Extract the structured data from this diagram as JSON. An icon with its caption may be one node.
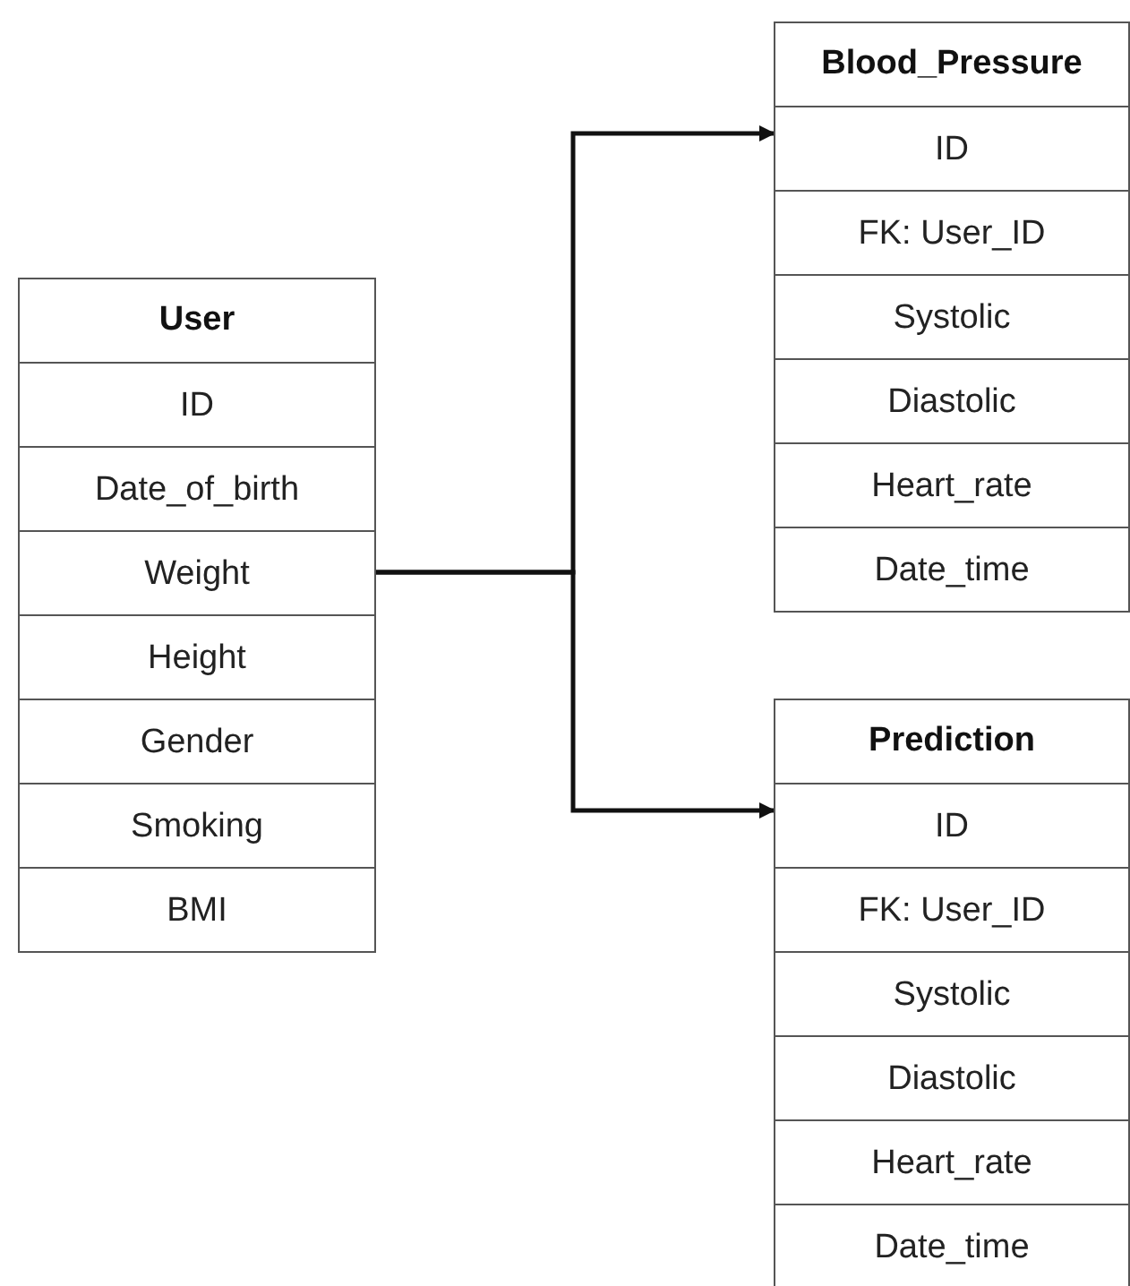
{
  "diagram": {
    "nodes": [
      {
        "text": [
          "User"
        ]
      },
      {
        "text": [
          "ID"
        ],
        "in": 0
      },
      {
        "text": [
          "Date_of_birth"
        ],
        "in": 0
      },
      {
        "text": [
          "Weight"
        ],
        "in": 0
      },
      {
        "text": [
          "Height"
        ],
        "in": 0
      },
      {
        "text": [
          "Gender"
        ],
        "in": 0
      },
      {
        "text": [
          "Smoking"
        ],
        "in": 0
      },
      {
        "text": [
          "BMI"
        ],
        "in": 0
      },
      {
        "text": [
          "Blood_Pressure"
        ]
      },
      {
        "text": [
          "ID"
        ],
        "in": 8
      },
      {
        "text": [
          "FK: User_ID"
        ],
        "in": 8
      },
      {
        "text": [
          "Systolic"
        ],
        "in": 8
      },
      {
        "text": [
          "Diastolic"
        ],
        "in": 8
      },
      {
        "text": [
          "Heart_rate"
        ],
        "in": 8
      },
      {
        "text": [
          "Date_time"
        ],
        "in": 8
      },
      {
        "text": [
          "Prediction"
        ]
      },
      {
        "text": [
          "ID"
        ],
        "in": 15
      },
      {
        "text": [
          "FK: User_ID"
        ],
        "in": 15
      },
      {
        "text": [
          "Systolic"
        ],
        "in": 15
      },
      {
        "text": [
          "Diastolic"
        ],
        "in": 15
      },
      {
        "text": [
          "Heart_rate"
        ],
        "in": 15
      },
      {
        "text": [
          "Date_time"
        ],
        "in": 15
      }
    ],
    "edges": [
      {
        "from": 3,
        "to": 9,
        "arrow": "to"
      },
      {
        "from": 3,
        "to": 16,
        "arrow": "to"
      }
    ]
  }
}
